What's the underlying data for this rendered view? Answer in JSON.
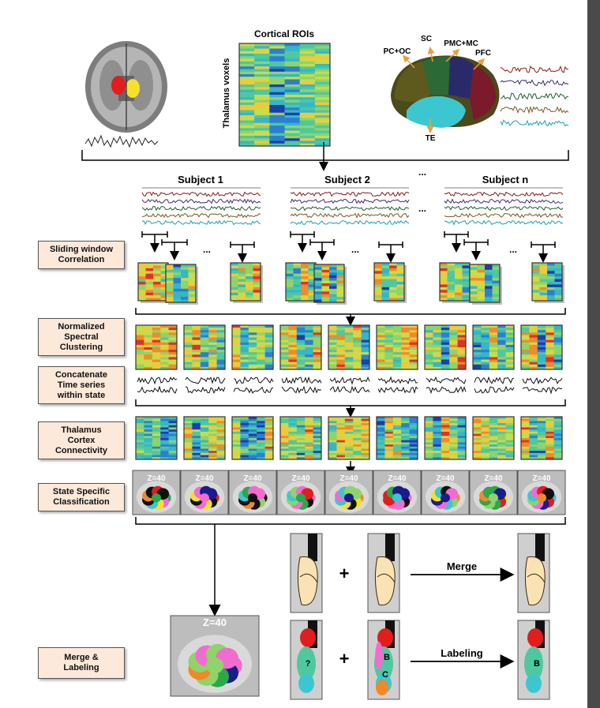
{
  "top": {
    "cortical_rois": "Cortical ROIs",
    "thalamus_voxels": "Thalamus voxels",
    "regions": [
      "PC+OC",
      "SC",
      "PMC+MC",
      "PFC",
      "TE"
    ]
  },
  "subjects": [
    "Subject 1",
    "Subject 2",
    "Subject n"
  ],
  "ellipsis": "...",
  "ellipsis_small": "...",
  "steps": [
    "Sliding window\nCorrelation",
    "Normalized\nSpectral\nClustering",
    "Concatenate\nTime series\nwithin state",
    "Thalamus\nCortex\nConnectivity",
    "State Specific\nClassification",
    "Merge &\nLabeling"
  ],
  "slice_label": "Z=40",
  "operations": {
    "plus": "+",
    "merge": "Merge",
    "labeling": "Labeling",
    "question": "?",
    "label_b": "B",
    "label_c": "C"
  },
  "colors": {
    "label_box": "#fde9d9",
    "series": [
      "#8b1a1a",
      "#3a2f7a",
      "#1f5f2f",
      "#7a5a1a",
      "#1aa3b3"
    ]
  }
}
